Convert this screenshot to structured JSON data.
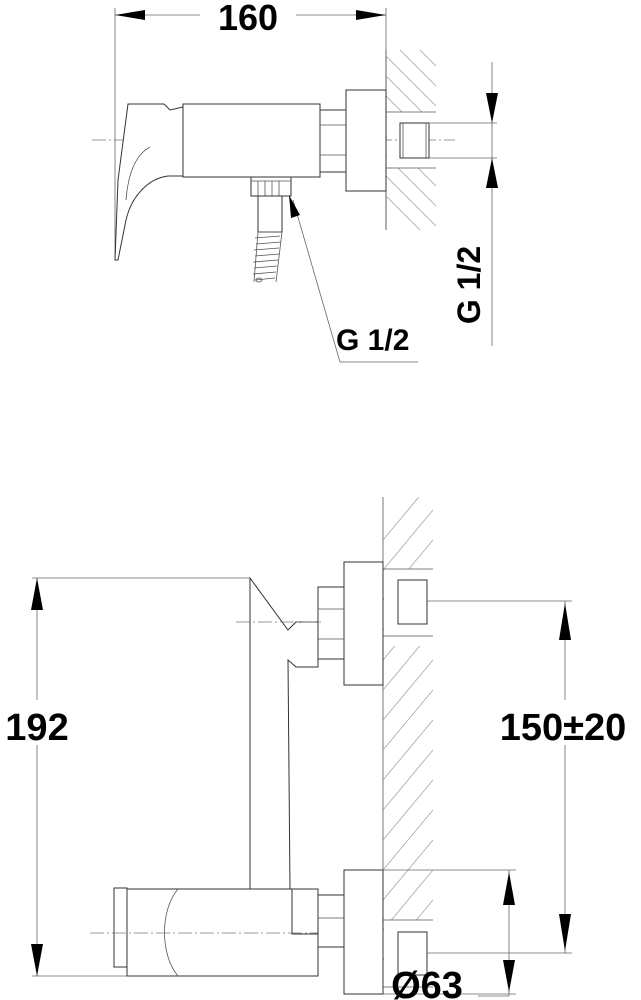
{
  "drawing": {
    "top_view": {
      "width_dimension": "160",
      "outlet_thread": "G 1/2",
      "inlet_thread": "G 1/2"
    },
    "front_view": {
      "height_dimension": "192",
      "inlet_spacing": "150±20",
      "flange_diameter": "Ø63"
    }
  }
}
